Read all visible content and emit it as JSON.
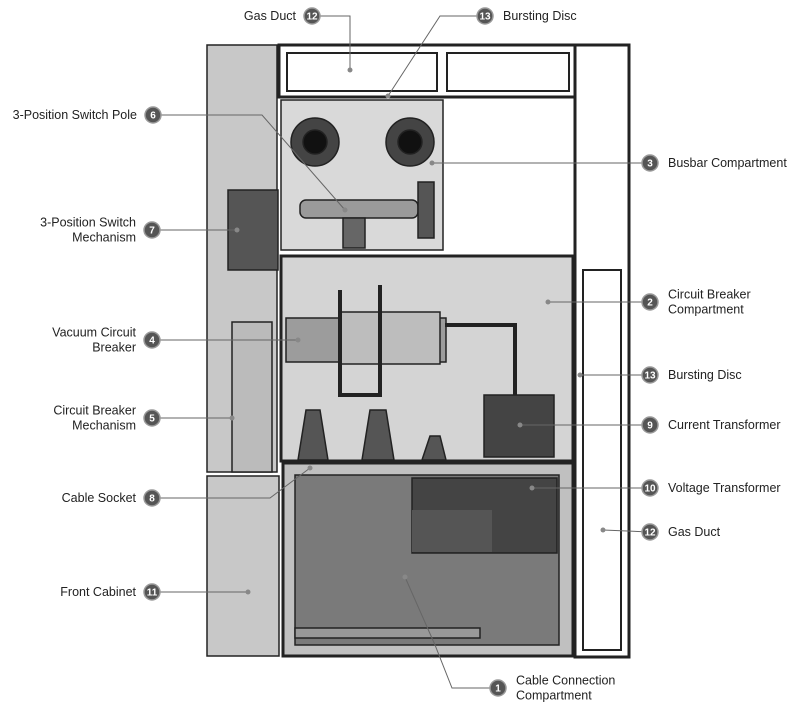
{
  "callouts": [
    {
      "num": "12",
      "lines": [
        "Gas Duct"
      ]
    },
    {
      "num": "13",
      "lines": [
        "Bursting Disc"
      ]
    },
    {
      "num": "6",
      "lines": [
        "3-Position Switch Pole"
      ]
    },
    {
      "num": "3",
      "lines": [
        "Busbar Compartment"
      ]
    },
    {
      "num": "7",
      "lines": [
        "3-Position Switch",
        "Mechanism"
      ]
    },
    {
      "num": "2",
      "lines": [
        "Circuit Breaker",
        "Compartment"
      ]
    },
    {
      "num": "4",
      "lines": [
        "Vacuum Circuit",
        "Breaker"
      ]
    },
    {
      "num": "13",
      "lines": [
        "Bursting Disc"
      ]
    },
    {
      "num": "5",
      "lines": [
        "Circuit Breaker",
        "Mechanism"
      ]
    },
    {
      "num": "9",
      "lines": [
        "Current Transformer"
      ]
    },
    {
      "num": "8",
      "lines": [
        "Cable Socket"
      ]
    },
    {
      "num": "10",
      "lines": [
        "Voltage Transformer"
      ]
    },
    {
      "num": "12",
      "lines": [
        "Gas Duct"
      ]
    },
    {
      "num": "11",
      "lines": [
        "Front Cabinet"
      ]
    },
    {
      "num": "1",
      "lines": [
        "Cable Connection",
        "Compartment"
      ]
    }
  ]
}
